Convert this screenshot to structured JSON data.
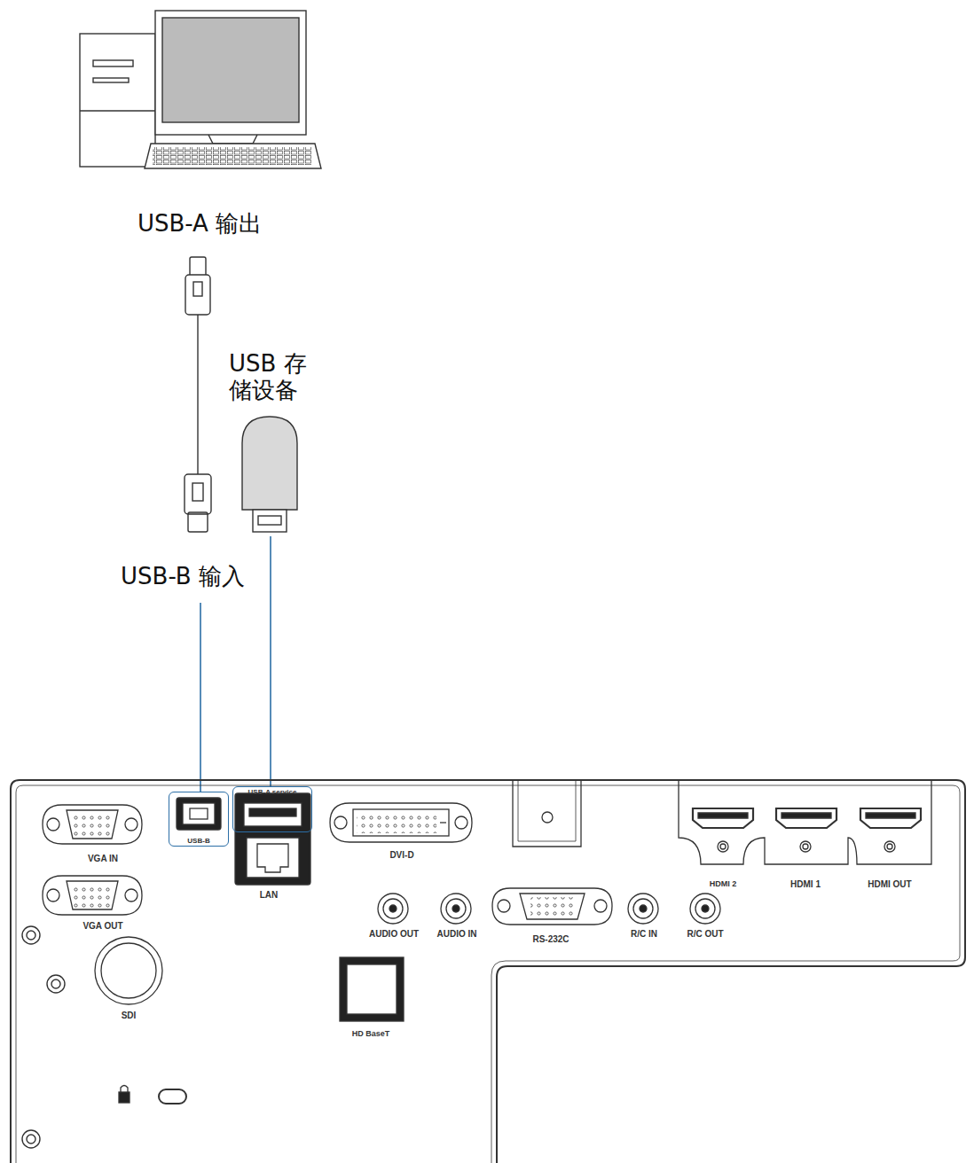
{
  "diagram": {
    "nodes": [
      {
        "text": [
          "USB-B"
        ]
      },
      {
        "text": [
          "USB-A service"
        ]
      }
    ],
    "labels": [
      "USB-A 输出",
      "USB 存储设备",
      "USB-B 输入",
      "VGA IN",
      "LAN",
      "DVI-D",
      "HDMI 2",
      "HDMI 1",
      "HDMI OUT",
      "VGA OUT",
      "AUDIO OUT",
      "AUDIO IN",
      "RS-232C",
      "R/C IN",
      "R/C OUT",
      "SDI",
      "HD BaseT"
    ]
  }
}
